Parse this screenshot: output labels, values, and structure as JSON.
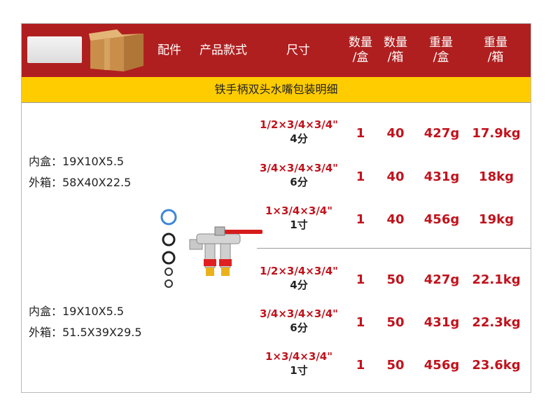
{
  "header": {
    "col_parts": "配件",
    "col_style": "产品款式",
    "col_size": "尺寸",
    "col_qty_box": [
      "数量",
      "/盒"
    ],
    "col_qty_case": [
      "数量",
      "/箱"
    ],
    "col_weight_box": [
      "重量",
      "/盒"
    ],
    "col_weight_case": [
      "重量",
      "/箱"
    ]
  },
  "title": "铁手柄双头水嘴包装明细",
  "groups": [
    {
      "inner_box": "内盒：19X10X5.5",
      "outer_case": "外箱：58X40X22.5",
      "rows": [
        {
          "size": "1/2×3/4×3/4\"",
          "spec": "4分",
          "qty_box": "1",
          "qty_case": "40",
          "weight_box": "427g",
          "weight_case": "17.9kg"
        },
        {
          "size": "3/4×3/4×3/4\"",
          "spec": "6分",
          "qty_box": "1",
          "qty_case": "40",
          "weight_box": "431g",
          "weight_case": "18kg"
        },
        {
          "size": "1×3/4×3/4\"",
          "spec": "1寸",
          "qty_box": "1",
          "qty_case": "40",
          "weight_box": "456g",
          "weight_case": "19kg"
        }
      ]
    },
    {
      "inner_box": "内盒：19X10X5.5",
      "outer_case": "外箱：51.5X39X29.5",
      "rows": [
        {
          "size": "1/2×3/4×3/4\"",
          "spec": "4分",
          "qty_box": "1",
          "qty_case": "50",
          "weight_box": "427g",
          "weight_case": "22.1kg"
        },
        {
          "size": "3/4×3/4×3/4\"",
          "spec": "6分",
          "qty_box": "1",
          "qty_case": "50",
          "weight_box": "431g",
          "weight_case": "22.3kg"
        },
        {
          "size": "1×3/4×3/4\"",
          "spec": "1寸",
          "qty_box": "1",
          "qty_case": "50",
          "weight_box": "456g",
          "weight_case": "23.6kg"
        }
      ]
    }
  ],
  "colors": {
    "header_red": "#b01f1f",
    "title_yellow": "#ffcc00",
    "value_red": "#c1121c"
  },
  "icons": [
    "white-inner-box-icon",
    "cardboard-carton-icon",
    "faucet-product-image",
    "sealing-rings-icon"
  ]
}
